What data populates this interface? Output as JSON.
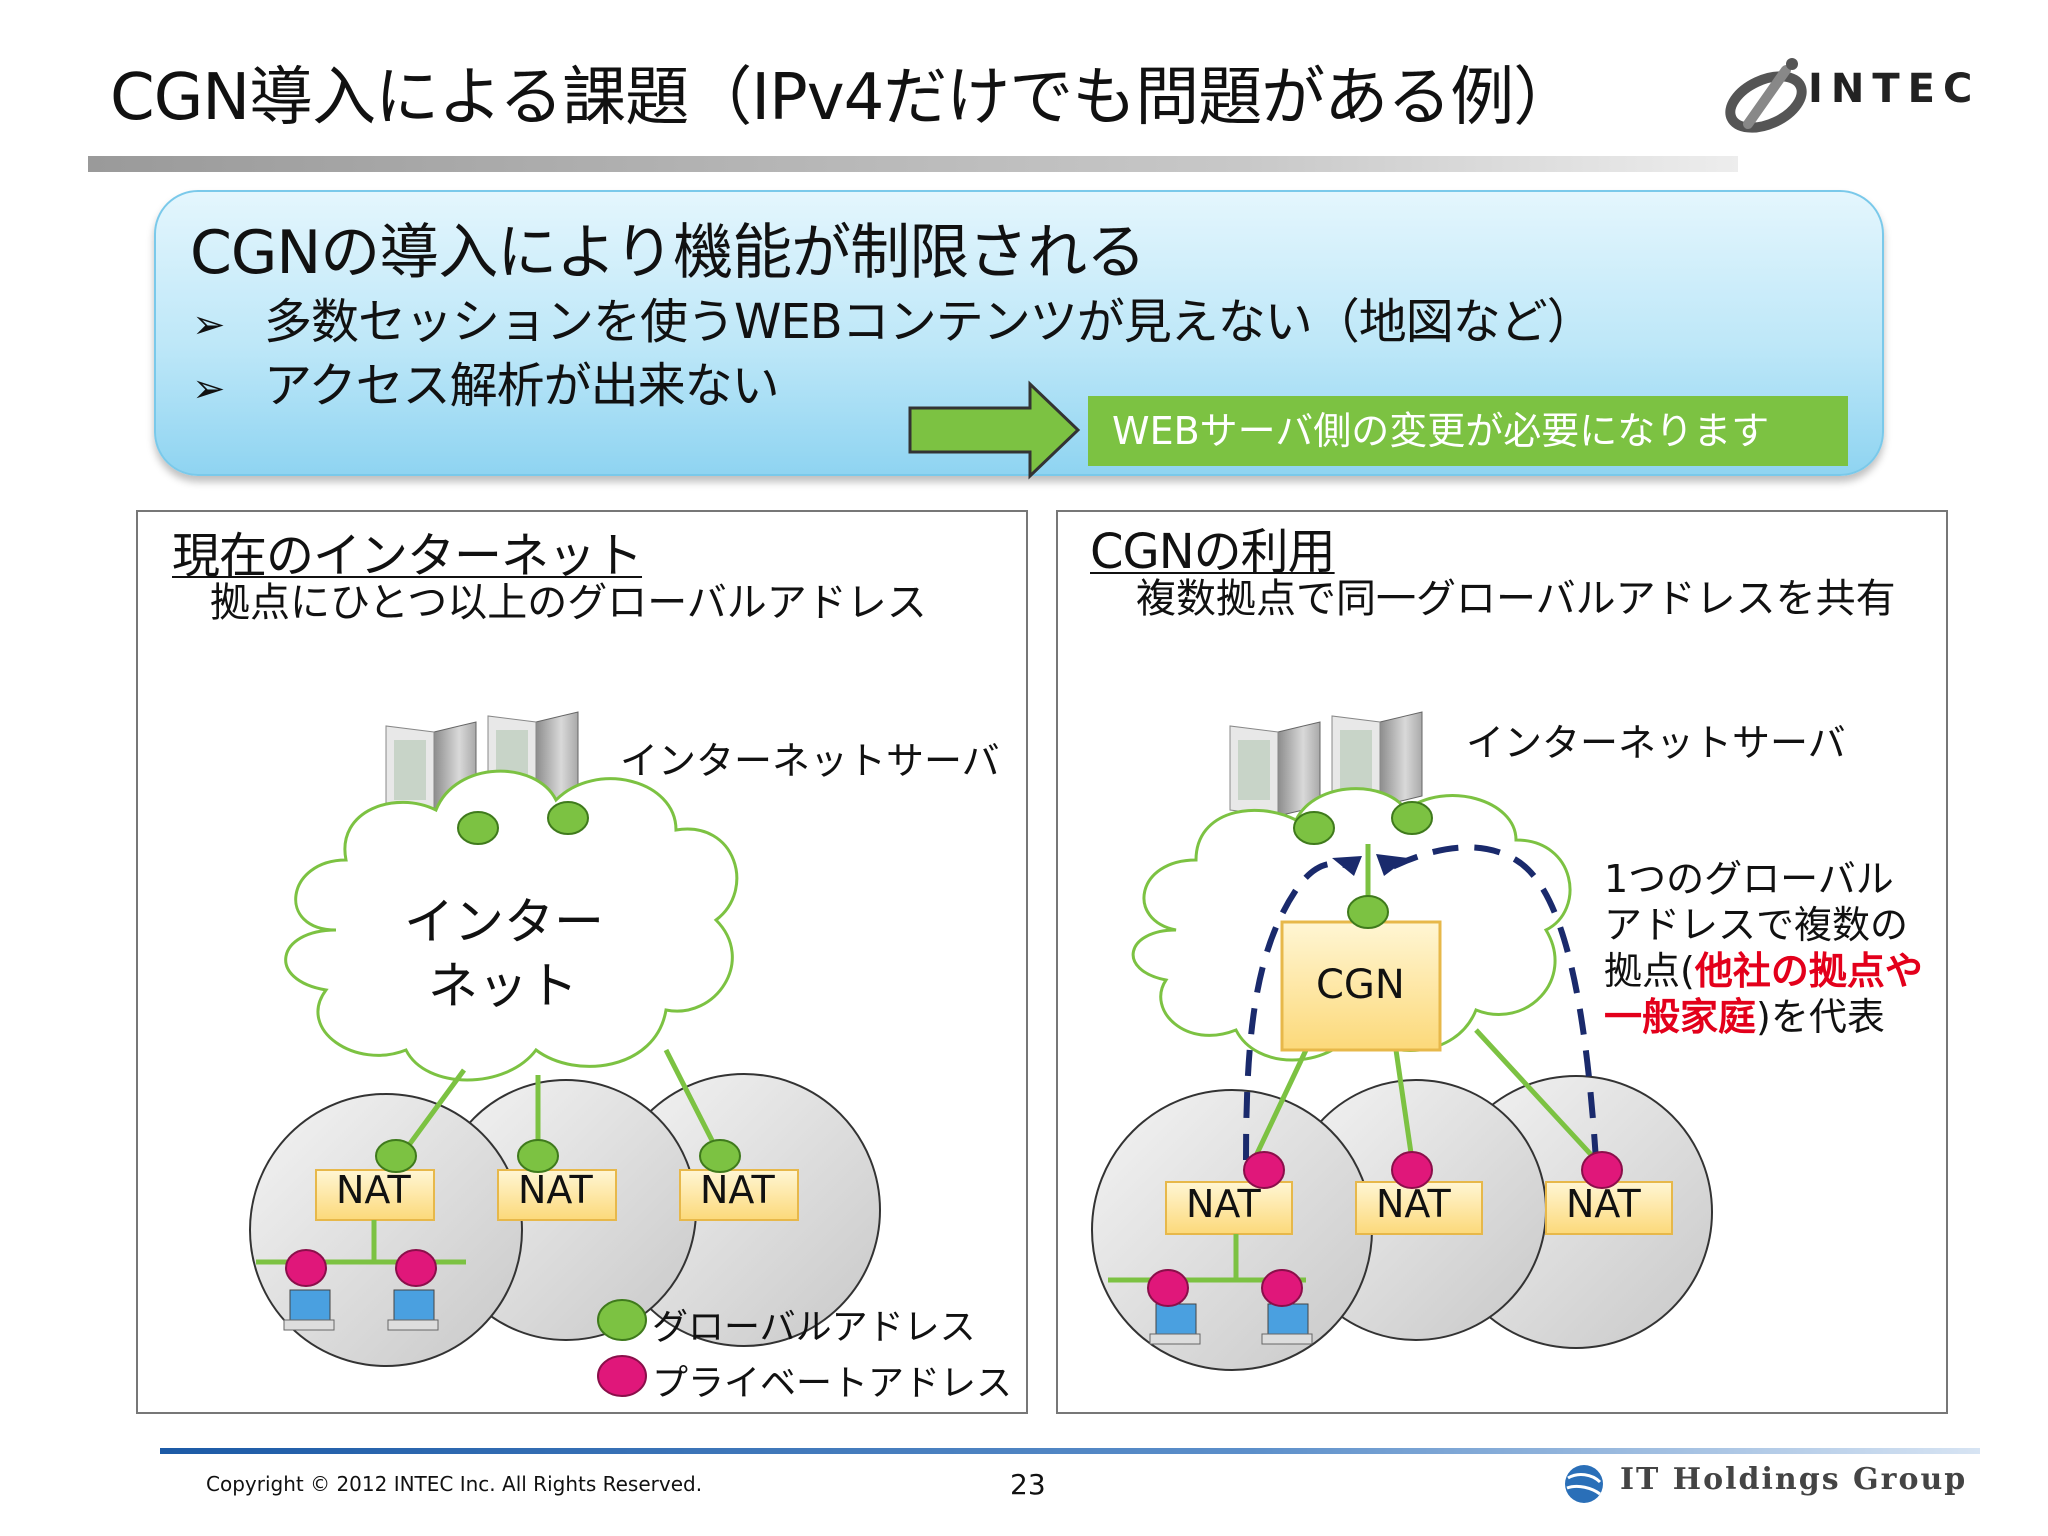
{
  "header": {
    "title": "CGN導入による課題（IPv4だけでも問題がある例）",
    "logo_text": "INTEC"
  },
  "callout": {
    "heading": "CGNの導入により機能が制限される",
    "bullets": [
      "多数セッションを使うWEBコンテンツが見えない（地図など）",
      "アクセス解析が出来ない"
    ],
    "bullet_marker": "➢",
    "note": "WEBサーバ側の変更が必要になります"
  },
  "left_panel": {
    "title": "現在のインターネット",
    "subtitle": "拠点にひとつ以上のグローバルアドレス",
    "server_label": "インターネットサーバ",
    "cloud_label_line1": "インター",
    "cloud_label_line2": "ネット",
    "nat_labels": [
      "NAT",
      "NAT",
      "NAT"
    ],
    "legend": {
      "global": "グローバルアドレス",
      "private": "プライベートアドレス"
    }
  },
  "right_panel": {
    "title": "CGNの利用",
    "subtitle": "複数拠点で同一グローバルアドレスを共有",
    "server_label": "インターネットサーバ",
    "cgn_label": "CGN",
    "nat_labels": [
      "NAT",
      "NAT",
      "NAT"
    ],
    "annotation": {
      "line1": "1つのグローバル",
      "line2": "アドレスで複数の",
      "line3_prefix": "拠点(",
      "line3_red": "他社の拠点や",
      "line4_red": "一般家庭",
      "line4_suffix": ")を代表"
    }
  },
  "footer": {
    "copyright": "Copyright © 2012 INTEC Inc. All Rights Reserved.",
    "page_number": "23",
    "group_name": "IT Holdings Group"
  },
  "colors": {
    "global_address": "#7cc242",
    "private_address": "#e0177a",
    "nat_box": "#fde7a6",
    "cgn_box": "#fde7a6",
    "dashed_path": "#1a2a6c",
    "annotation_red": "#e3001b"
  }
}
